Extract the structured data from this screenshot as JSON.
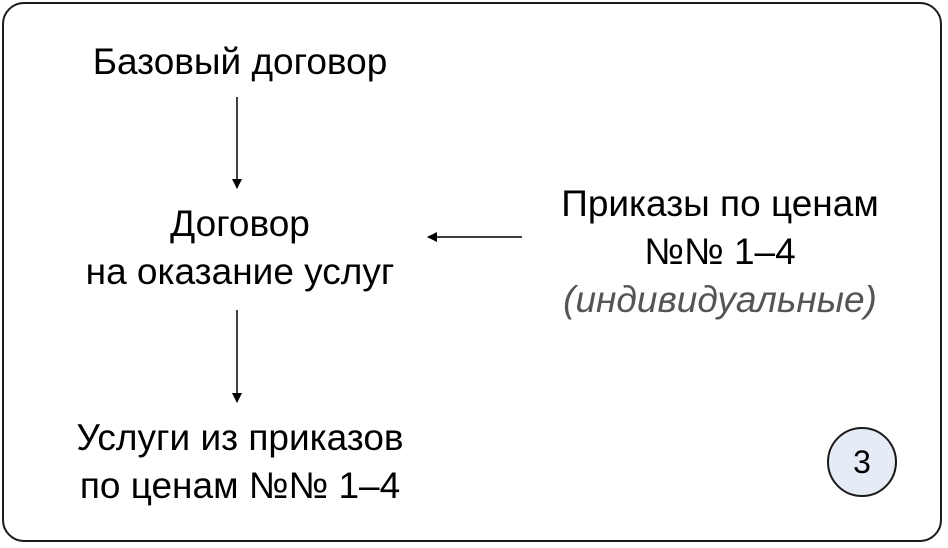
{
  "diagram": {
    "nodes": {
      "base": {
        "line1": "Базовый договор"
      },
      "contract": {
        "line1": "Договор",
        "line2": "на оказание услуг"
      },
      "services": {
        "line1": "Услуги из приказов",
        "line2": "по ценам №№ 1–4"
      },
      "orders": {
        "line1": "Приказы по ценам",
        "line2": "№№ 1–4",
        "line3": "(индивидуальные)"
      }
    },
    "badge": {
      "number": "3"
    },
    "colors": {
      "frame_border": "#1a1a1a",
      "badge_fill": "#e6ecf5",
      "note_text": "#555555",
      "arrow": "#000000"
    }
  }
}
